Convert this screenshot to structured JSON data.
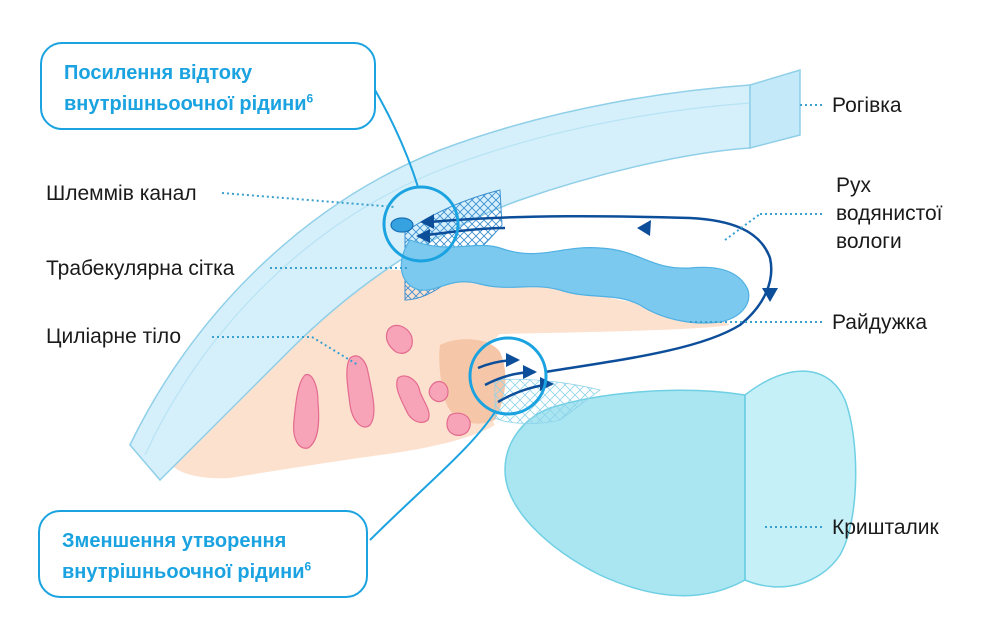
{
  "callouts": {
    "outflow": {
      "line1": "Посилення відтоку",
      "line2": "внутрішньоочної рідини",
      "sup": "6"
    },
    "production": {
      "line1": "Зменшення утворення",
      "line2": "внутрішньоочної рідини",
      "sup": "6"
    }
  },
  "labels": {
    "cornea": "Рогівка",
    "schlemm": "Шлеммів канал",
    "flow_line1": "Рух",
    "flow_line2": "водянистої",
    "flow_line3": "вологи",
    "trabecular": "Трабекулярна сітка",
    "iris": "Райдужка",
    "ciliary": "Циліарне тіло",
    "lens": "Кришталик"
  },
  "colors": {
    "accent": "#1aa3e0",
    "cornea": "#d6f0fb",
    "iris": "#7cc9f0",
    "ciliary": "#fde1cf",
    "muscle": "#f7a3b8",
    "lens": "#a9e6f2",
    "arrows": "#0d4e9a",
    "leader": "#3aa0d0"
  }
}
